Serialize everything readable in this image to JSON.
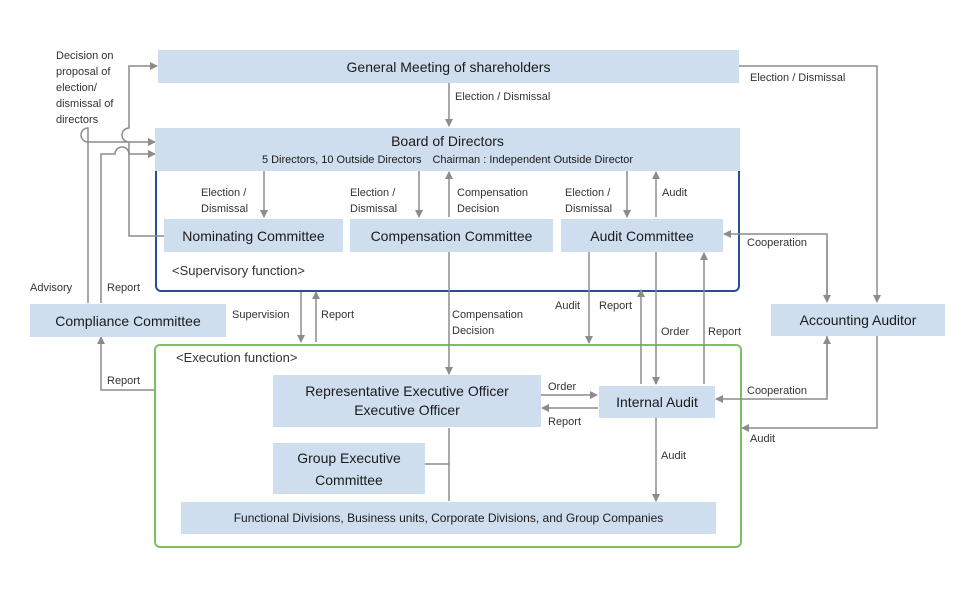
{
  "boxes": {
    "general_meeting": "General Meeting of shareholders",
    "board_title": "Board of Directors",
    "board_sub": "5 Directors, 10 Outside Directors　Chairman : Independent Outside Director",
    "nominating": "Nominating Committee",
    "compensation": "Compensation Committee",
    "audit_committee": "Audit Committee",
    "compliance": "Compliance Committee",
    "accounting_auditor": "Accounting Auditor",
    "rep_exec_line1": "Representative Executive Officer",
    "rep_exec_line2": "Executive Officer",
    "internal_audit": "Internal Audit",
    "group_exec_line1": "Group Executive",
    "group_exec_line2": "Committee",
    "functional": "Functional Divisions, Business units, Corporate Divisions, and Group Companies"
  },
  "frames": {
    "supervisory": "<Supervisory function>",
    "execution": "<Execution function>"
  },
  "labels": {
    "decision_proposal": [
      "Decision on",
      "proposal of",
      "election/",
      "dismissal of",
      "directors"
    ],
    "election_dismissal_top_right": "Election / Dismissal",
    "election_dismissal_center": "Election / Dismissal",
    "ed_nominating": [
      "Election /",
      "Dismissal"
    ],
    "ed_compensation": [
      "Election /",
      "Dismissal"
    ],
    "compensation_decision_top": [
      "Compensation",
      "Decision"
    ],
    "ed_audit": [
      "Election /",
      "Dismissal"
    ],
    "audit_top": "Audit",
    "cooperation_top": "Cooperation",
    "advisory": "Advisory",
    "report_compliance_top": "Report",
    "supervision": "Supervision",
    "report_supervision": "Report",
    "compensation_decision_mid": [
      "Compensation",
      "Decision"
    ],
    "audit_mid": "Audit",
    "report_mid": "Report",
    "order_mid": "Order",
    "report_right_mid": "Report",
    "report_compliance_bottom": "Report",
    "order_exec": "Order",
    "report_exec": "Report",
    "cooperation_bottom": "Cooperation",
    "audit_bottom_right": "Audit",
    "audit_bottom": "Audit"
  },
  "colors": {
    "box_fill": "#cfdeee",
    "arrow": "#8c8c8c",
    "supervisory_border": "#2a4f8f",
    "execution_border": "#7cc061"
  }
}
